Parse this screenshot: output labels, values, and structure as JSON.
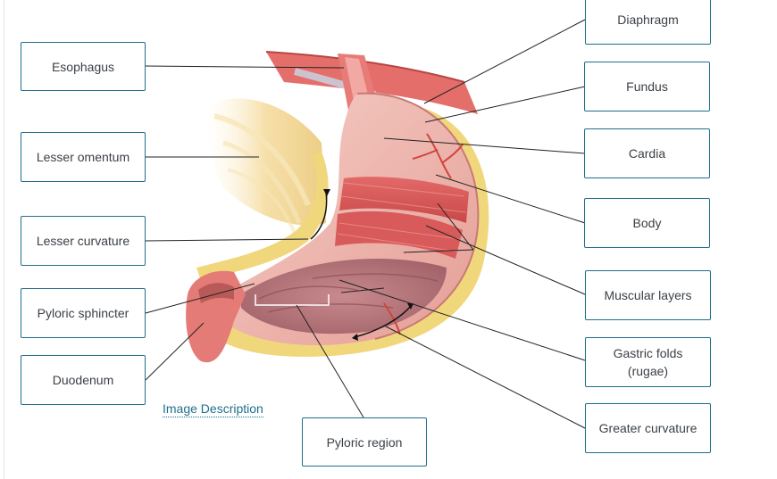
{
  "labels": {
    "diaphragm": "Diaphragm",
    "esophagus": "Esophagus",
    "fundus": "Fundus",
    "cardia": "Cardia",
    "lesser_omentum": "Lesser omentum",
    "body": "Body",
    "lesser_curvature": "Lesser curvature",
    "muscular_layers": "Muscular layers",
    "pyloric_sphincter": "Pyloric sphincter",
    "gastric_folds_line1": "Gastric folds",
    "gastric_folds_line2": "(rugae)",
    "duodenum": "Duodenum",
    "greater_curvature": "Greater curvature",
    "pyloric_region": "Pyloric region"
  },
  "image_description_link": "Image Description",
  "colors": {
    "box_border": "#1f6f8b",
    "leader_line": "#222222",
    "muscle": "#d9575a",
    "stomach_wall": "#e9a9a4",
    "fat": "#f1d77c",
    "rugae": "#b8757a"
  }
}
